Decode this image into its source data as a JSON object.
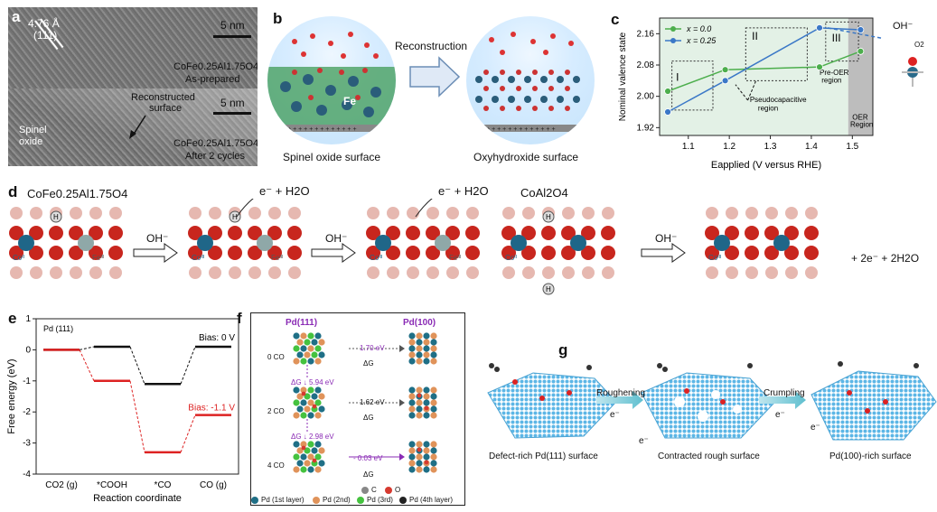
{
  "panels": {
    "a": {
      "label": "a",
      "top": {
        "spacing": "4.76 Å",
        "plane": "(111)",
        "scale": "5 nm",
        "formula_line1": "CoFe0.25Al1.75O4",
        "formula_line2": "As-prepared"
      },
      "bottom": {
        "scale": "5 nm",
        "annotation_line1": "Reconstructed",
        "annotation_line2": "surface",
        "region_line1": "Spinel",
        "region_line2": "oxide",
        "formula_line1": "CoFe0.25Al1.75O4",
        "formula_line2": "After 2 cycles"
      }
    },
    "b": {
      "label": "b",
      "arrow_label": "Reconstruction",
      "fe_label": "Fe",
      "left_caption": "Spinel oxide surface",
      "right_caption": "Oxyhydroxide surface"
    },
    "c": {
      "label": "c",
      "legend": [
        "x = 0.0",
        "x = 0.25"
      ],
      "regions": [
        "I",
        "II",
        "III"
      ],
      "annotations": {
        "pseudo": "Pseudocapacitive region",
        "preoer": "Pre-OER region",
        "oer": "OER Region",
        "oh": "OH⁻",
        "o2": "O2"
      }
    },
    "d": {
      "label": "d",
      "formula1": "CoFe0.25Al1.75O4",
      "formula2": "CoAl2O4",
      "oh1": "OH⁻",
      "oh2": "OH⁻",
      "oh3": "OH⁻",
      "e_h2o_1": "e⁻ + H2O",
      "e_h2o_2": "e⁻ + H2O",
      "product": "+ 2e⁻ + 2H2O",
      "h_label": "H",
      "co_labels": [
        "Coᴵᴵ",
        "Coᴵᴵᴵ",
        "Coᴵᴵᴵ",
        "Coᴵᴵ",
        "Coᴵᴵᴵ",
        "Coᴵᴵᴵ"
      ],
      "fe_labels": [
        "Feᴵᴵᴵ",
        "Feᴵᴵᴵ",
        "Feᴵᴵᴵ"
      ]
    },
    "e": {
      "label": "e",
      "subtitle": "Pd (111)",
      "bias0": "Bias: 0 V",
      "bias1": "Bias: -1.1 V"
    },
    "f": {
      "label": "f",
      "col1": "Pd(111)",
      "col2": "Pd(100)",
      "rows": [
        {
          "label": "0 CO",
          "energy": "1.70 eV",
          "dg": "ΔG"
        },
        {
          "label": "2 CO",
          "energy": "1.62 eV",
          "dg": "ΔG"
        },
        {
          "label": "4 CO",
          "energy": "- 0.03 eV",
          "dg": "ΔG"
        }
      ],
      "down_steps": [
        "ΔG ↓ 5.94 eV",
        "ΔG ↓ 2.98 eV"
      ],
      "legend_top": [
        "C",
        "O"
      ],
      "legend_bottom": [
        "Pd (1st layer)",
        "Pd (2nd)",
        "Pd (3rd)",
        "Pd (4th layer)"
      ],
      "legend_colors": {
        "C": "#888888",
        "O": "#d63a30",
        "L1": "#1f6f86",
        "L2": "#e0935a",
        "L3": "#45c23f",
        "L4": "#222222"
      }
    },
    "g": {
      "label": "g",
      "step1": "Roughening",
      "step2": "Crumpling",
      "electron": "e⁻",
      "captions": [
        "Defect-rich Pd(111) surface",
        "Contracted rough surface",
        "Pd(100)-rich surface"
      ]
    }
  },
  "chart_data": [
    {
      "type": "line",
      "panel": "c",
      "xlabel": "Eapplied (V versus RHE)",
      "ylabel": "Nominal valence state",
      "xlim": [
        1.03,
        1.55
      ],
      "ylim": [
        1.9,
        2.2
      ],
      "xticks": [
        1.1,
        1.2,
        1.3,
        1.4,
        1.5
      ],
      "yticks": [
        1.92,
        2.0,
        2.08,
        2.16
      ],
      "series": [
        {
          "name": "x = 0.0",
          "color": "#4cae4c",
          "x": [
            1.05,
            1.19,
            1.42,
            1.52
          ],
          "y": [
            2.013,
            2.068,
            2.075,
            2.115
          ]
        },
        {
          "name": "x = 0.25",
          "color": "#3b78c7",
          "x": [
            1.05,
            1.19,
            1.42,
            1.52
          ],
          "y": [
            1.96,
            2.04,
            2.175,
            2.17
          ]
        }
      ]
    },
    {
      "type": "line",
      "panel": "e",
      "xlabel": "Reaction coordinate",
      "ylabel": "Free energy (eV)",
      "ylim": [
        -4,
        1
      ],
      "yticks": [
        1,
        0,
        -1,
        -2,
        -3,
        -4
      ],
      "categories": [
        "CO2 (g)",
        "*COOH",
        "*CO",
        "CO (g)"
      ],
      "series": [
        {
          "name": "Bias: 0 V",
          "color": "#111111",
          "values": [
            0,
            0.1,
            -1.1,
            0.1
          ]
        },
        {
          "name": "Bias: -1.1 V",
          "color": "#dd2222",
          "values": [
            0,
            -1.0,
            -3.3,
            -2.1
          ]
        }
      ]
    }
  ]
}
